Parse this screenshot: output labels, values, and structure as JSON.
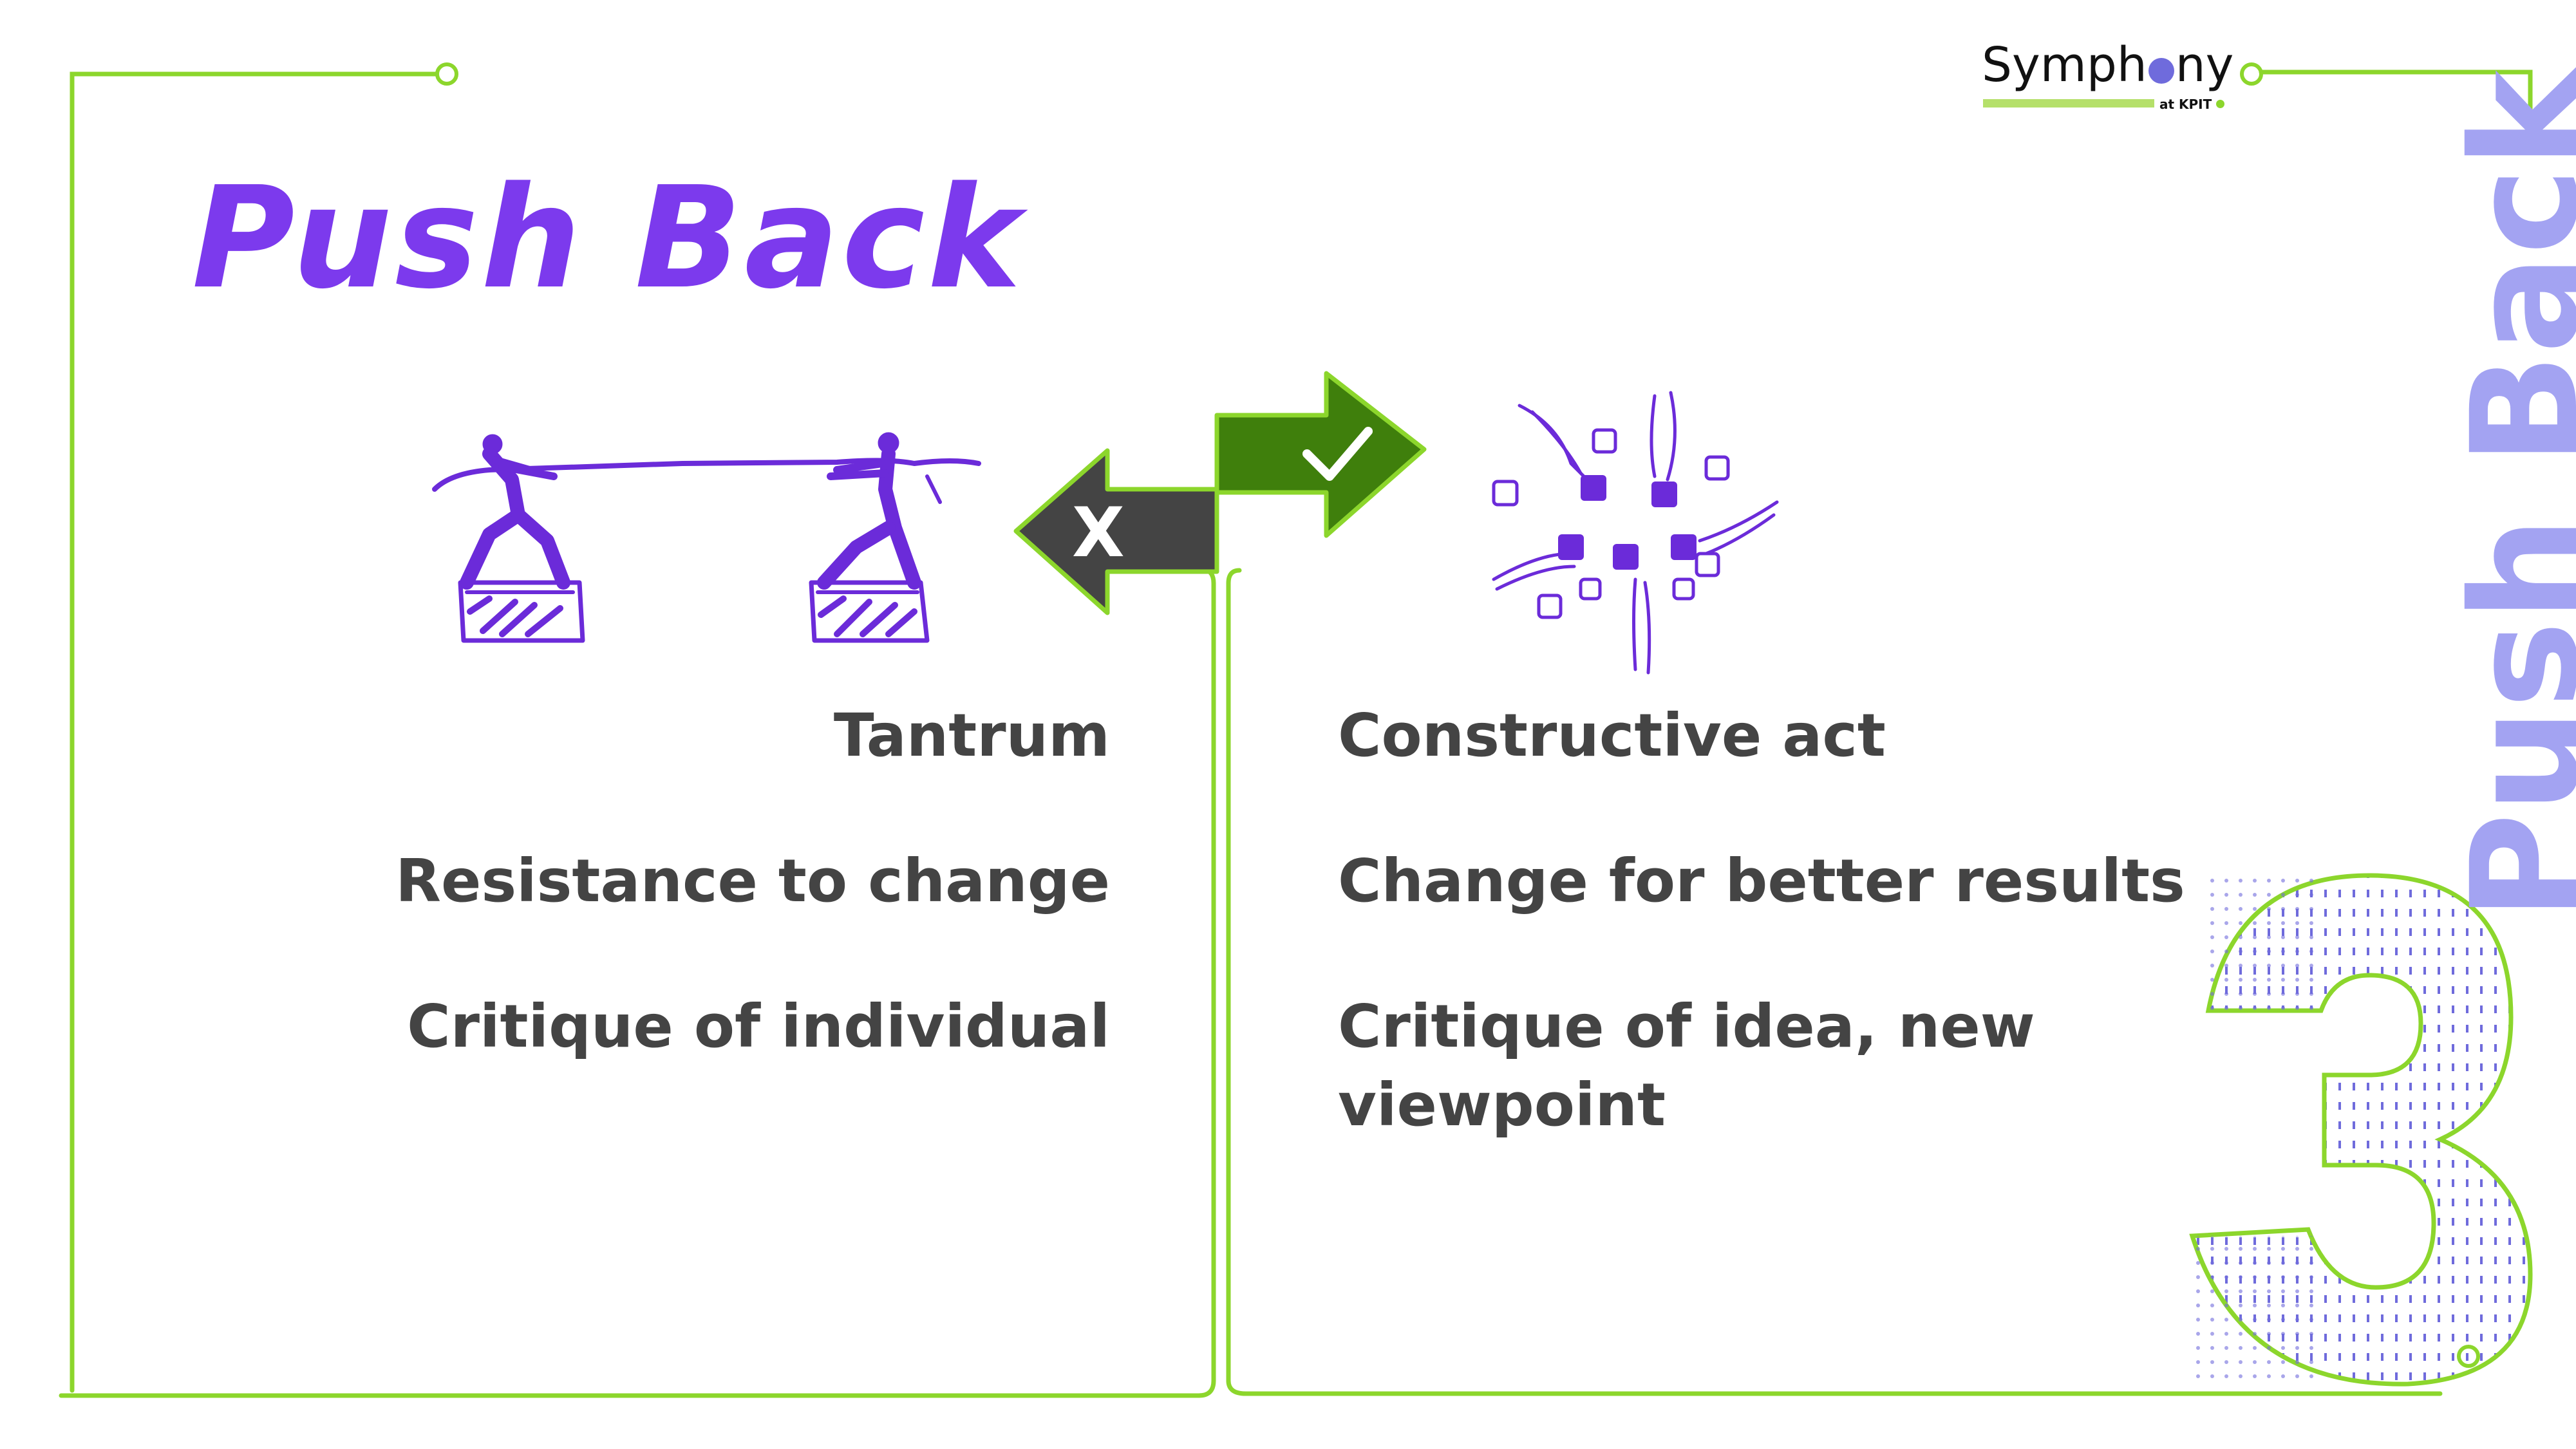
{
  "title": "Push Back",
  "vertical_title": "Push Back",
  "section_number": "3",
  "logo": {
    "word_start": "Symph",
    "word_end": "ny",
    "sub": "at KPIT"
  },
  "sign": {
    "wrong_mark": "X",
    "right_mark": "check-icon"
  },
  "left_column": {
    "items": [
      "Tantrum",
      "Resistance to change",
      "Critique of individual"
    ]
  },
  "right_column": {
    "items": [
      "Constructive act",
      "Change for better results",
      "Critique of idea, new viewpoint"
    ]
  },
  "colors": {
    "title_purple": "#7c3aed",
    "vertical_title": "#a3a3f2",
    "frame_green": "#8cd62c",
    "sign_dark": "#444444",
    "sign_green": "#3f7f0c",
    "text_dark": "#444444",
    "illustration_purple": "#6b2bd9",
    "dots_blue": "#6f6bdc"
  },
  "icons": [
    "tug-of-war-illustration",
    "puzzle-hands-illustration",
    "check-icon",
    "number-three-outline"
  ]
}
